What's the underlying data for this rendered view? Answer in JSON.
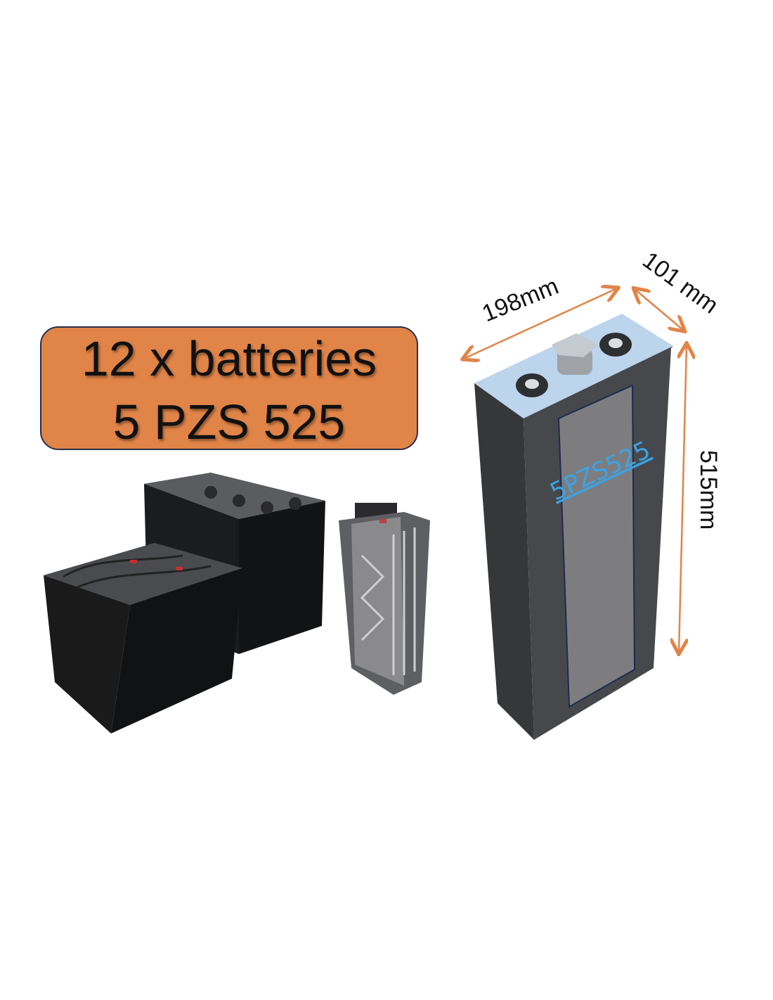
{
  "title": {
    "line1": "12 x batteries",
    "line2": "5 PZS 525"
  },
  "cell_label": "5PZS525",
  "dimensions": {
    "width": "198mm",
    "depth": "101 mm",
    "height": "515mm"
  },
  "colors": {
    "title_box": "#E08448",
    "arrow": "#E08448",
    "cell_top": "#BCD4EC",
    "cell_body": "#3f4043",
    "label_text": "#3aa3e6"
  }
}
